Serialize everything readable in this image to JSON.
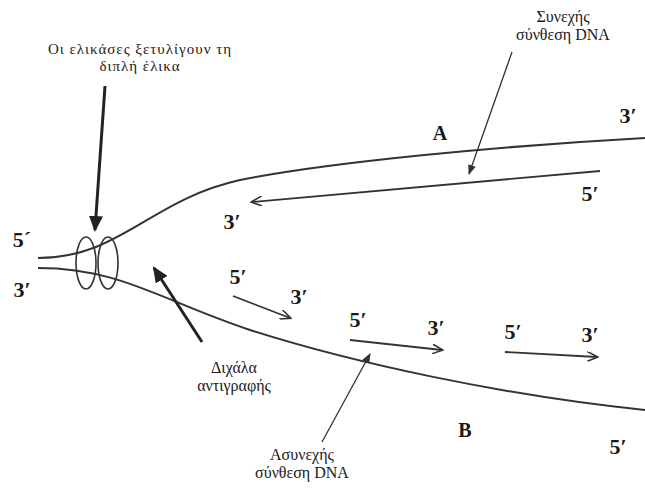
{
  "diagram": {
    "labels": [
      "Συνεχής σύνθεση DNA",
      "Οι ελικάσες ξετυλίγουν τη διπλή έλικα",
      "3′",
      "A",
      "5′",
      "3′",
      "5´",
      "3′",
      "5′",
      "3′",
      "5′",
      "3′",
      "5′",
      "3′",
      "Διχάλα αντιγραφής",
      "B",
      "5′",
      "Ασυνεχής σύνθεση DNA"
    ]
  }
}
